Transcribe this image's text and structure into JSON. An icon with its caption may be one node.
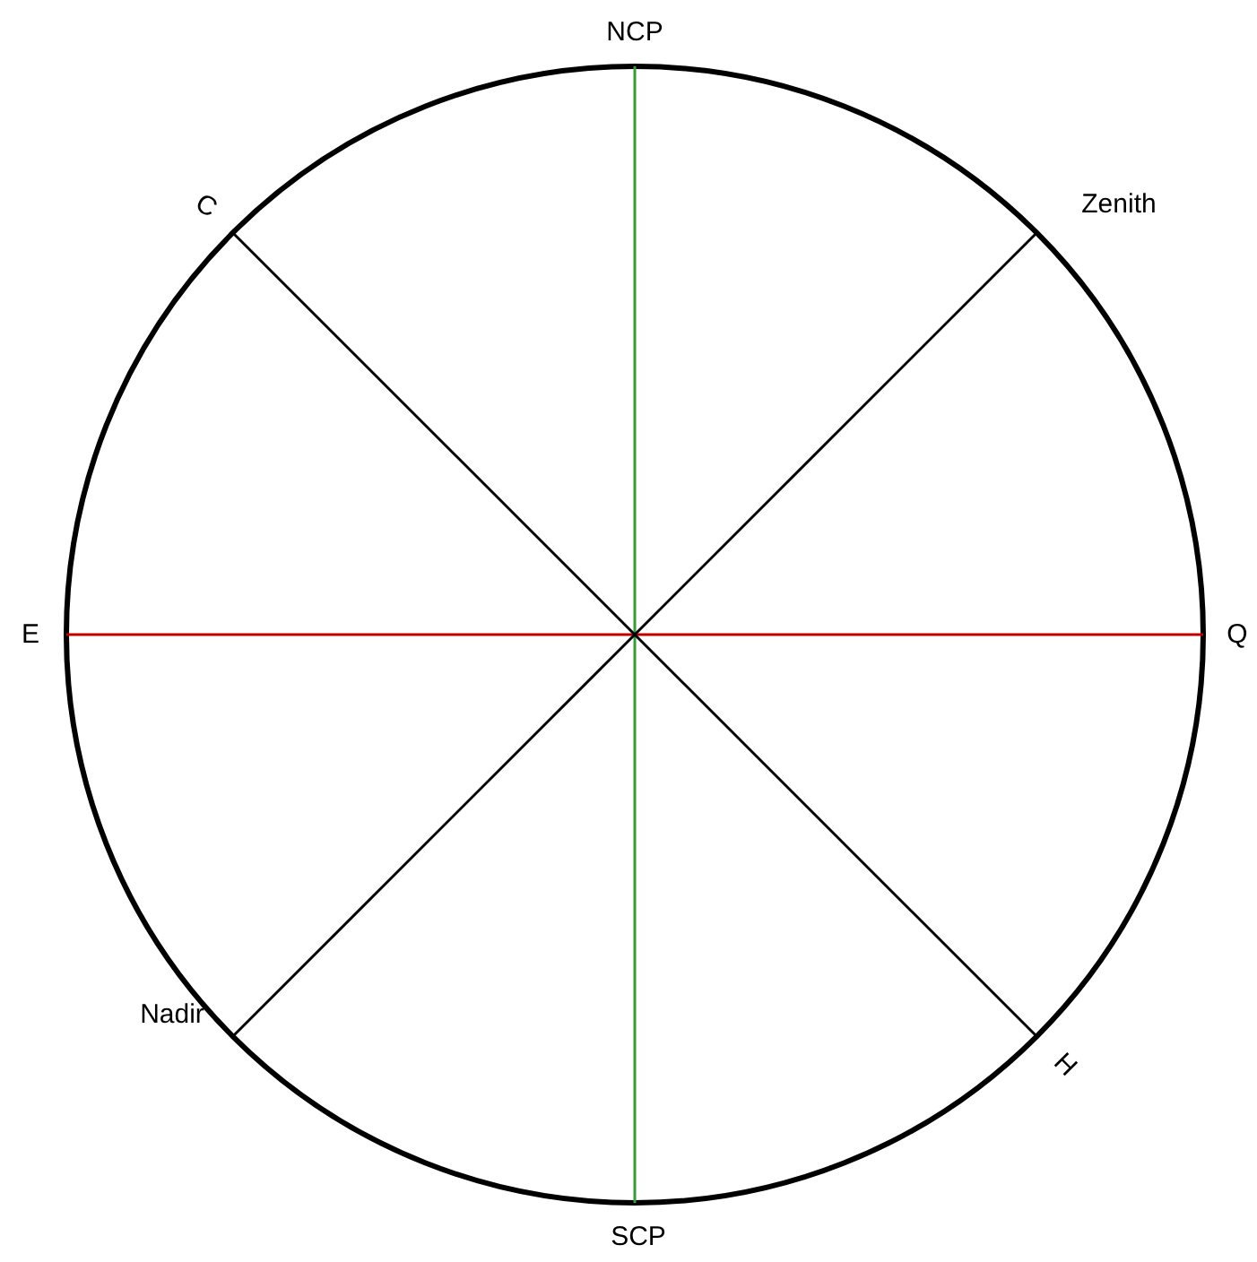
{
  "diagram": {
    "nodes": [
      {
        "text": [
          "NCP"
        ]
      },
      {
        "text": [
          "C"
        ]
      },
      {
        "text": [
          "Zenith"
        ]
      },
      {
        "text": [
          "E"
        ]
      },
      {
        "text": [
          "Q"
        ]
      },
      {
        "text": [
          "Nadir"
        ]
      },
      {
        "text": [
          "H"
        ]
      },
      {
        "text": [
          "SCP"
        ]
      }
    ],
    "edges": [
      {
        "from": 0,
        "to": 7,
        "arrow": "none",
        "color": "#3a9a3a"
      },
      {
        "from": 3,
        "to": 4,
        "arrow": "none",
        "color": "#c00000"
      },
      {
        "from": 1,
        "to": 6,
        "arrow": "none"
      },
      {
        "from": 2,
        "to": 5,
        "arrow": "none"
      }
    ]
  }
}
